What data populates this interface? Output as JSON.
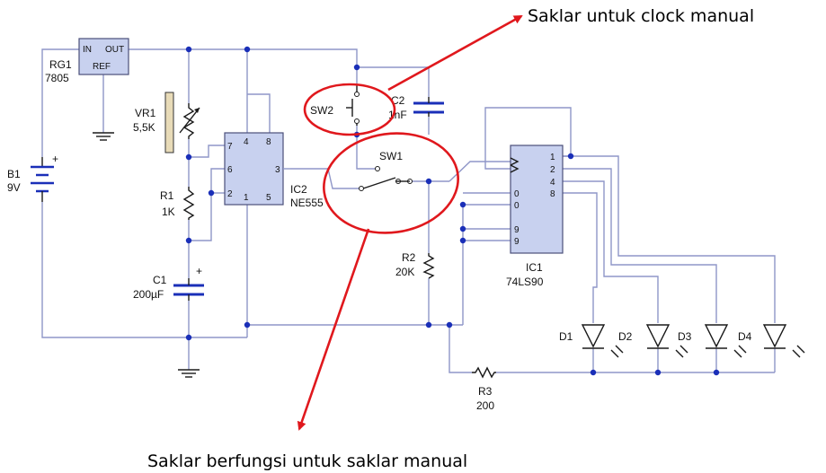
{
  "annotations": {
    "top_note": "Saklar untuk clock manual",
    "bottom_note": "Saklar berfungsi untuk saklar manual"
  },
  "regulator": {
    "ref": "RG1",
    "value": "7805",
    "pin_in": "IN",
    "pin_out": "OUT",
    "pin_ref": "REF"
  },
  "battery": {
    "ref": "B1",
    "value": "9V",
    "plus": "+"
  },
  "pot": {
    "ref": "VR1",
    "value": "5,5K"
  },
  "r1": {
    "ref": "R1",
    "value": "1K"
  },
  "c1": {
    "ref": "C1",
    "value": "200µF",
    "plus": "+"
  },
  "ne555": {
    "ref": "IC2",
    "value": "NE555",
    "pins": [
      "4",
      "8",
      "7",
      "6",
      "3",
      "2",
      "1",
      "5"
    ]
  },
  "sw2": {
    "ref": "SW2"
  },
  "c2": {
    "ref": "C2",
    "value": "1nF"
  },
  "sw1": {
    "ref": "SW1"
  },
  "r2": {
    "ref": "R2",
    "value": "20K"
  },
  "counter": {
    "ref": "IC1",
    "value": "74LS90",
    "out_pins": [
      "1",
      "2",
      "4",
      "8"
    ],
    "in_pins": [
      "0",
      "0",
      "9",
      "9"
    ]
  },
  "leds": [
    "D1",
    "D2",
    "D3",
    "D4"
  ],
  "r3": {
    "ref": "R3",
    "value": "200"
  }
}
